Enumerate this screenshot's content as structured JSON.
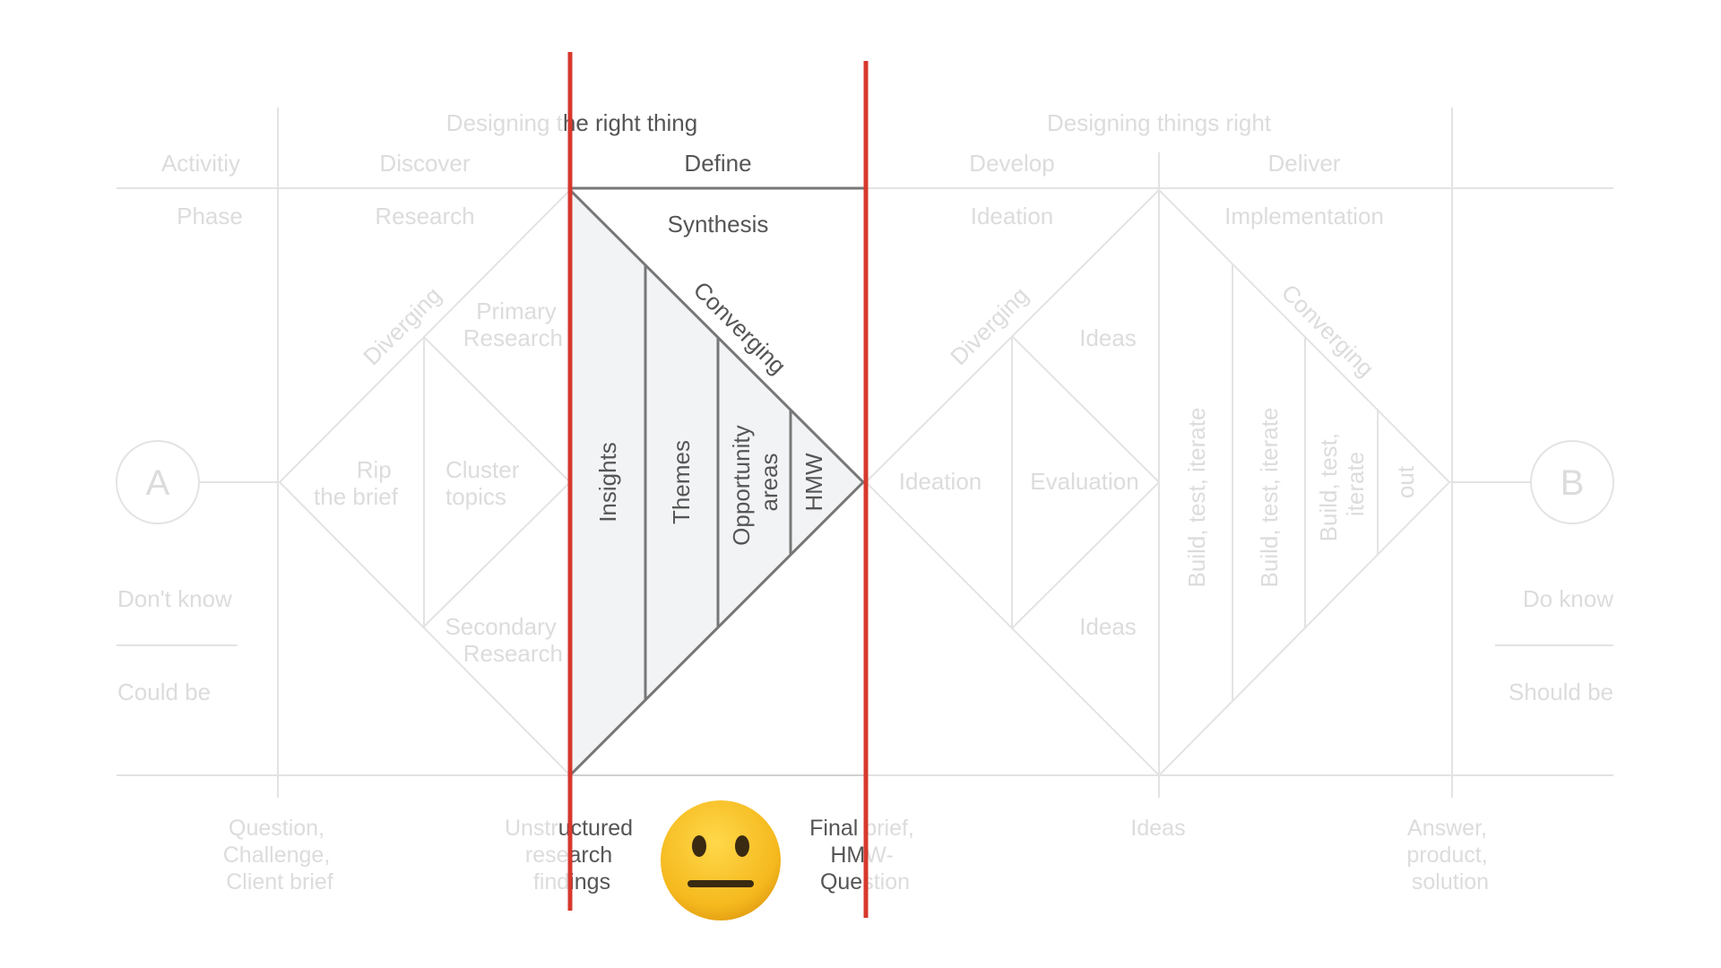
{
  "header": {
    "designing_right_thing": "Designing the right thing",
    "designing_things_right": "Designing things right"
  },
  "rows": {
    "activity_label": "Activitiy",
    "phase_label": "Phase"
  },
  "activities": {
    "discover": "Discover",
    "define": "Define",
    "develop": "Develop",
    "deliver": "Deliver"
  },
  "phases": {
    "research": "Research",
    "synthesis": "Synthesis",
    "ideation": "Ideation",
    "implementation": "Implementation"
  },
  "start": {
    "circle": "A",
    "dont_know": "Don't know",
    "could_be": "Could be"
  },
  "end": {
    "circle": "B",
    "do_know": "Do know",
    "should_be": "Should be"
  },
  "discover_diamond": {
    "diverging": "Diverging",
    "primary_research": [
      "Primary",
      "Research"
    ],
    "secondary_research": [
      "Secondary",
      "Research"
    ],
    "rip_the_brief": [
      "Rip",
      "the brief"
    ],
    "cluster_topics": [
      "Cluster",
      "topics"
    ]
  },
  "define_diamond": {
    "converging": "Converging",
    "insights": "Insights",
    "themes": "Themes",
    "opportunity_areas": [
      "Opportunity",
      "areas"
    ],
    "hmw": "HMW"
  },
  "develop_diamond": {
    "diverging": "Diverging",
    "ideation": "Ideation",
    "evaluation": "Evaluation",
    "ideas_top": "Ideas",
    "ideas_bottom": "Ideas"
  },
  "deliver_diamond": {
    "converging": "Converging",
    "build_1": "Build, test, iterate",
    "build_2": "Build, test, iterate",
    "build_3": [
      "Build, test,",
      "iterate"
    ],
    "out": "out"
  },
  "outputs": {
    "question": [
      "Question,",
      "Challenge,",
      "Client brief"
    ],
    "unstructured": [
      "Unstructured",
      "research",
      "findings"
    ],
    "final_brief": [
      "Final brief,",
      "HMW-",
      "Question"
    ],
    "ideas": "Ideas",
    "answer": [
      "Answer,",
      "product,",
      "solution"
    ]
  },
  "emoji": {
    "name": "neutral-face-emoji",
    "face_color": "#f5b91e",
    "feature_color": "#3a2a12"
  },
  "colors": {
    "faint_text": "#dcdcdc",
    "faint_lines": "#e3e3e3",
    "highlight_text": "#555555",
    "highlight_lines": "#777777",
    "highlight_fill": "#f2f3f5",
    "marker_red": "#d7382d"
  }
}
